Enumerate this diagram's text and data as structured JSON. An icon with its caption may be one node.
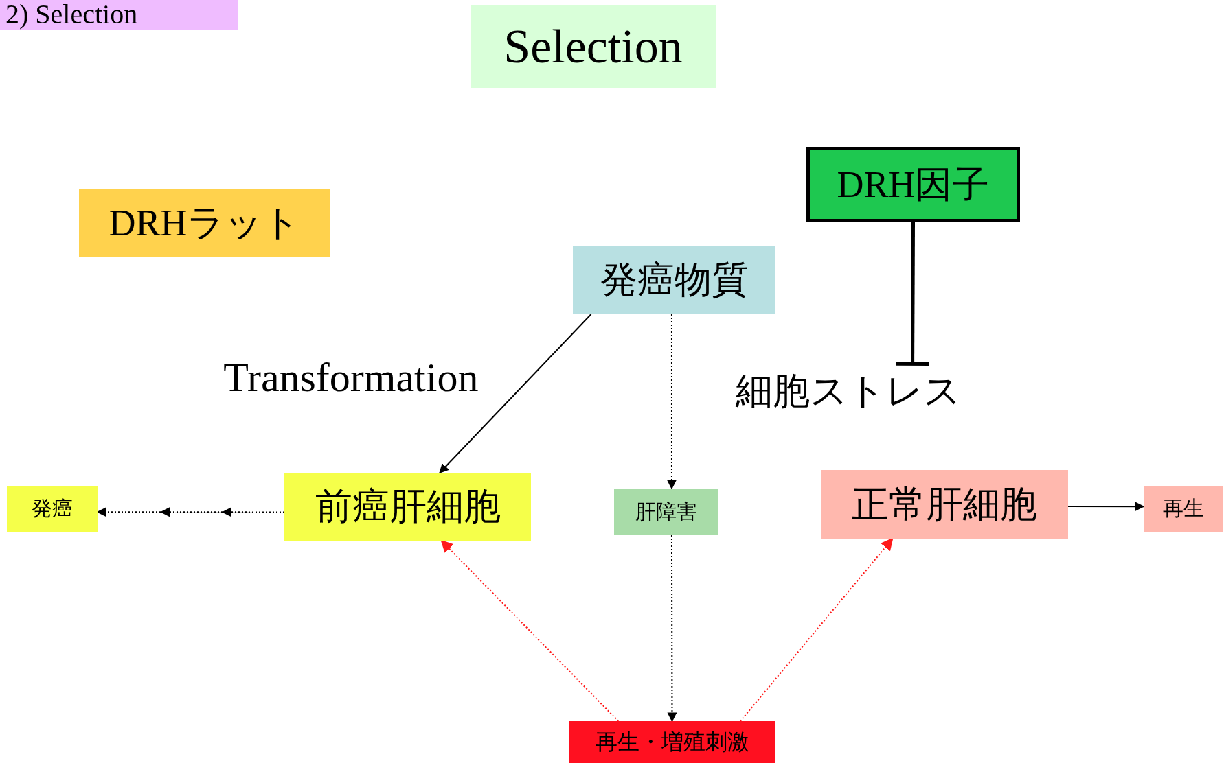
{
  "diagram": {
    "nodes": [
      {
        "text": [
          "2) Selection"
        ]
      },
      {
        "text": [
          "Selection"
        ]
      },
      {
        "text": [
          "DRHラット"
        ]
      },
      {
        "text": [
          "DRH因子"
        ]
      },
      {
        "text": [
          "発癌物質"
        ]
      },
      {
        "text": [
          "細胞ストレス"
        ]
      },
      {
        "text": [
          "前癌肝細胞"
        ]
      },
      {
        "text": [
          "発癌"
        ]
      },
      {
        "text": [
          "肝障害"
        ]
      },
      {
        "text": [
          "正常肝細胞"
        ]
      },
      {
        "text": [
          "再生"
        ]
      },
      {
        "text": [
          "再生・増殖刺激"
        ]
      }
    ],
    "edges": [
      {
        "from": 4,
        "to": 6,
        "arrow": "to",
        "label": "Transformation"
      },
      {
        "from": 4,
        "to": 8,
        "arrow": "to",
        "style": "dashed"
      },
      {
        "from": 8,
        "to": 11,
        "arrow": "to",
        "style": "dashed"
      },
      {
        "from": 11,
        "to": 6,
        "arrow": "to",
        "style": "dashed",
        "color": "#ff1a1a"
      },
      {
        "from": 11,
        "to": 9,
        "arrow": "to",
        "style": "dashed",
        "color": "#ff1a1a"
      },
      {
        "from": 9,
        "to": 10,
        "arrow": "to"
      },
      {
        "from": 6,
        "to": 7,
        "arrow": "to",
        "style": "dashed"
      },
      {
        "from": 3,
        "to": 5,
        "arrow": "other",
        "style": "thick"
      }
    ]
  }
}
